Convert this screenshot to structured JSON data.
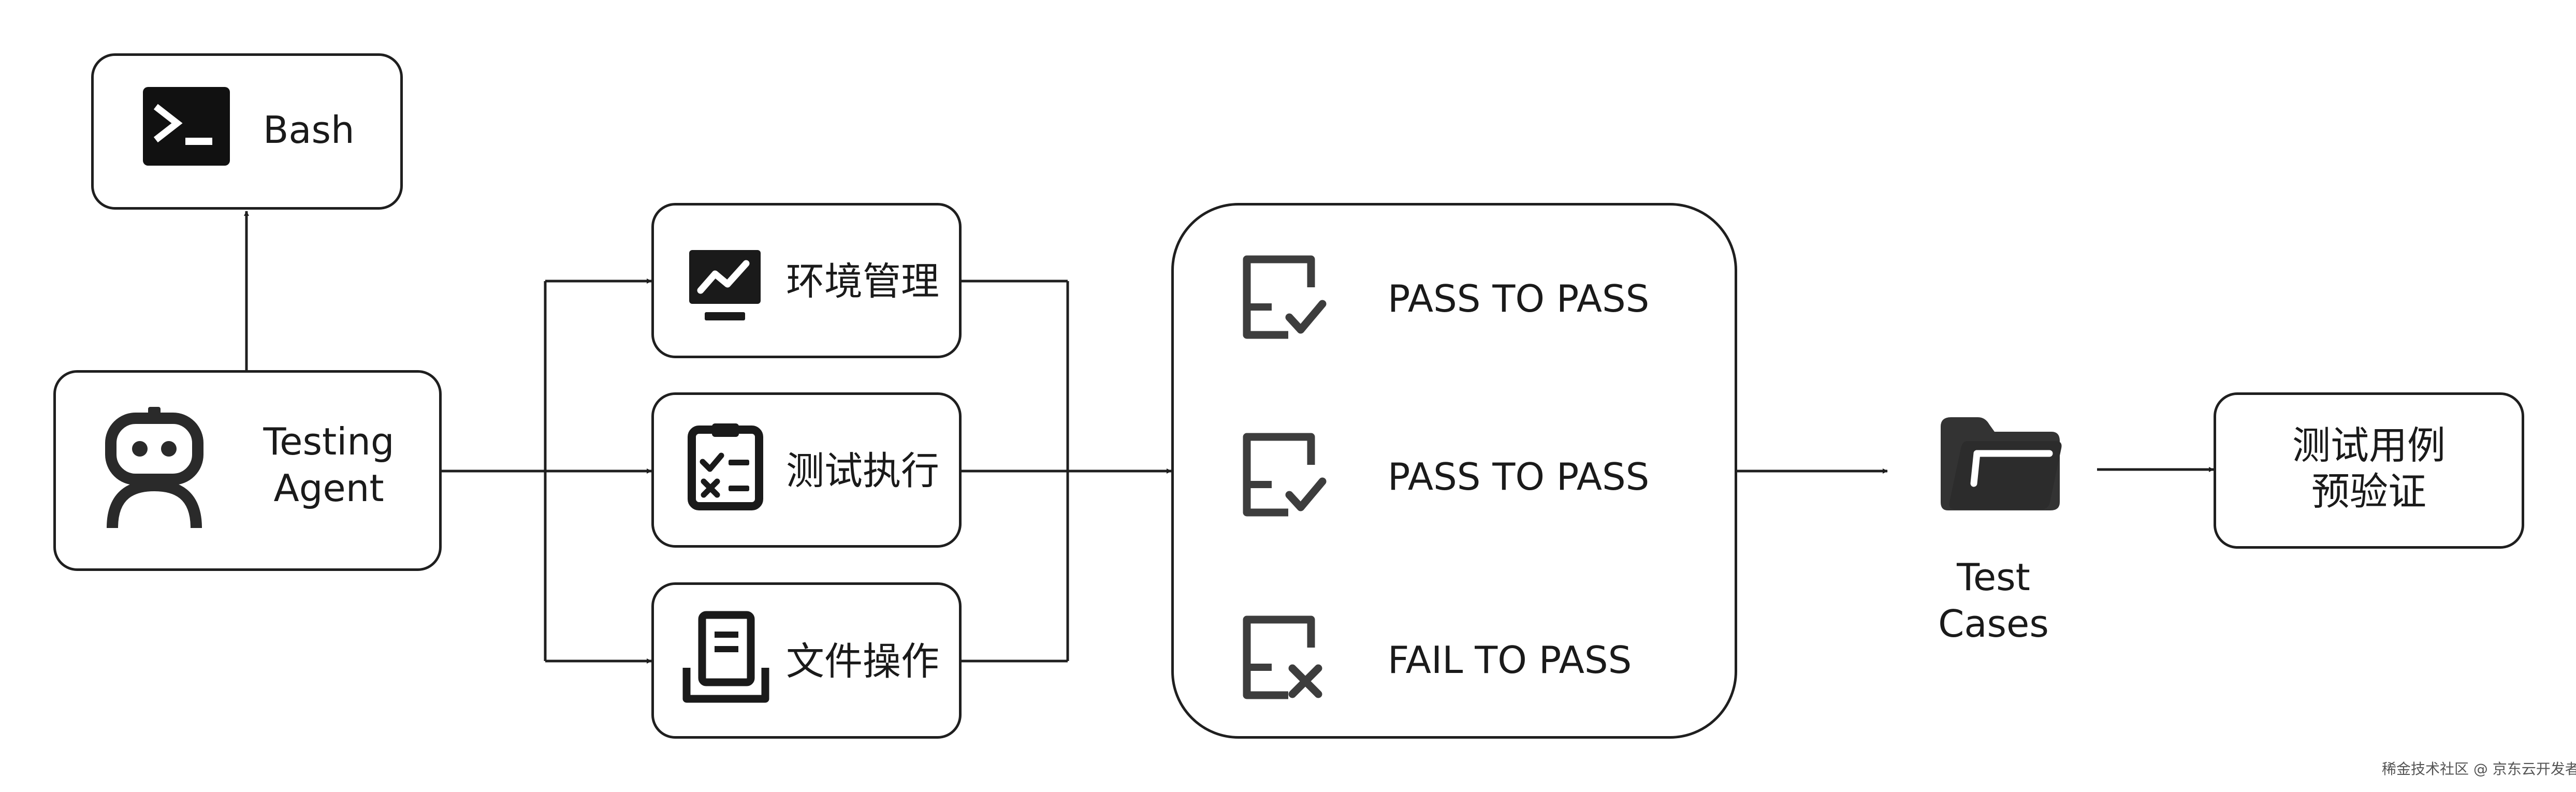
{
  "nodes": {
    "bash": {
      "label": "Bash",
      "icon": "terminal-icon"
    },
    "agent": {
      "label_line1": "Testing",
      "label_line2": "Agent",
      "icon": "robot-icon"
    },
    "env": {
      "label": "环境管理",
      "icon": "monitor-chart-icon"
    },
    "exec": {
      "label": "测试执行",
      "icon": "clipboard-checklist-icon"
    },
    "file": {
      "label": "文件操作",
      "icon": "document-tray-icon"
    },
    "results": {
      "items": [
        {
          "label": "PASS TO PASS",
          "icon": "check-form-icon"
        },
        {
          "label": "PASS TO PASS",
          "icon": "check-form-icon"
        },
        {
          "label": "FAIL TO PASS",
          "icon": "cross-form-icon"
        }
      ]
    },
    "testcases": {
      "label_line1": "Test",
      "label_line2": "Cases",
      "icon": "folder-icon"
    },
    "verify": {
      "label_line1": "测试用例",
      "label_line2": "预验证"
    }
  },
  "watermark": "稀金技术社区 @ 京东云开发者",
  "colors": {
    "stroke": "#1f1f1f",
    "icon": "#1a1a1a",
    "form_icon": "#3d3d3d"
  }
}
